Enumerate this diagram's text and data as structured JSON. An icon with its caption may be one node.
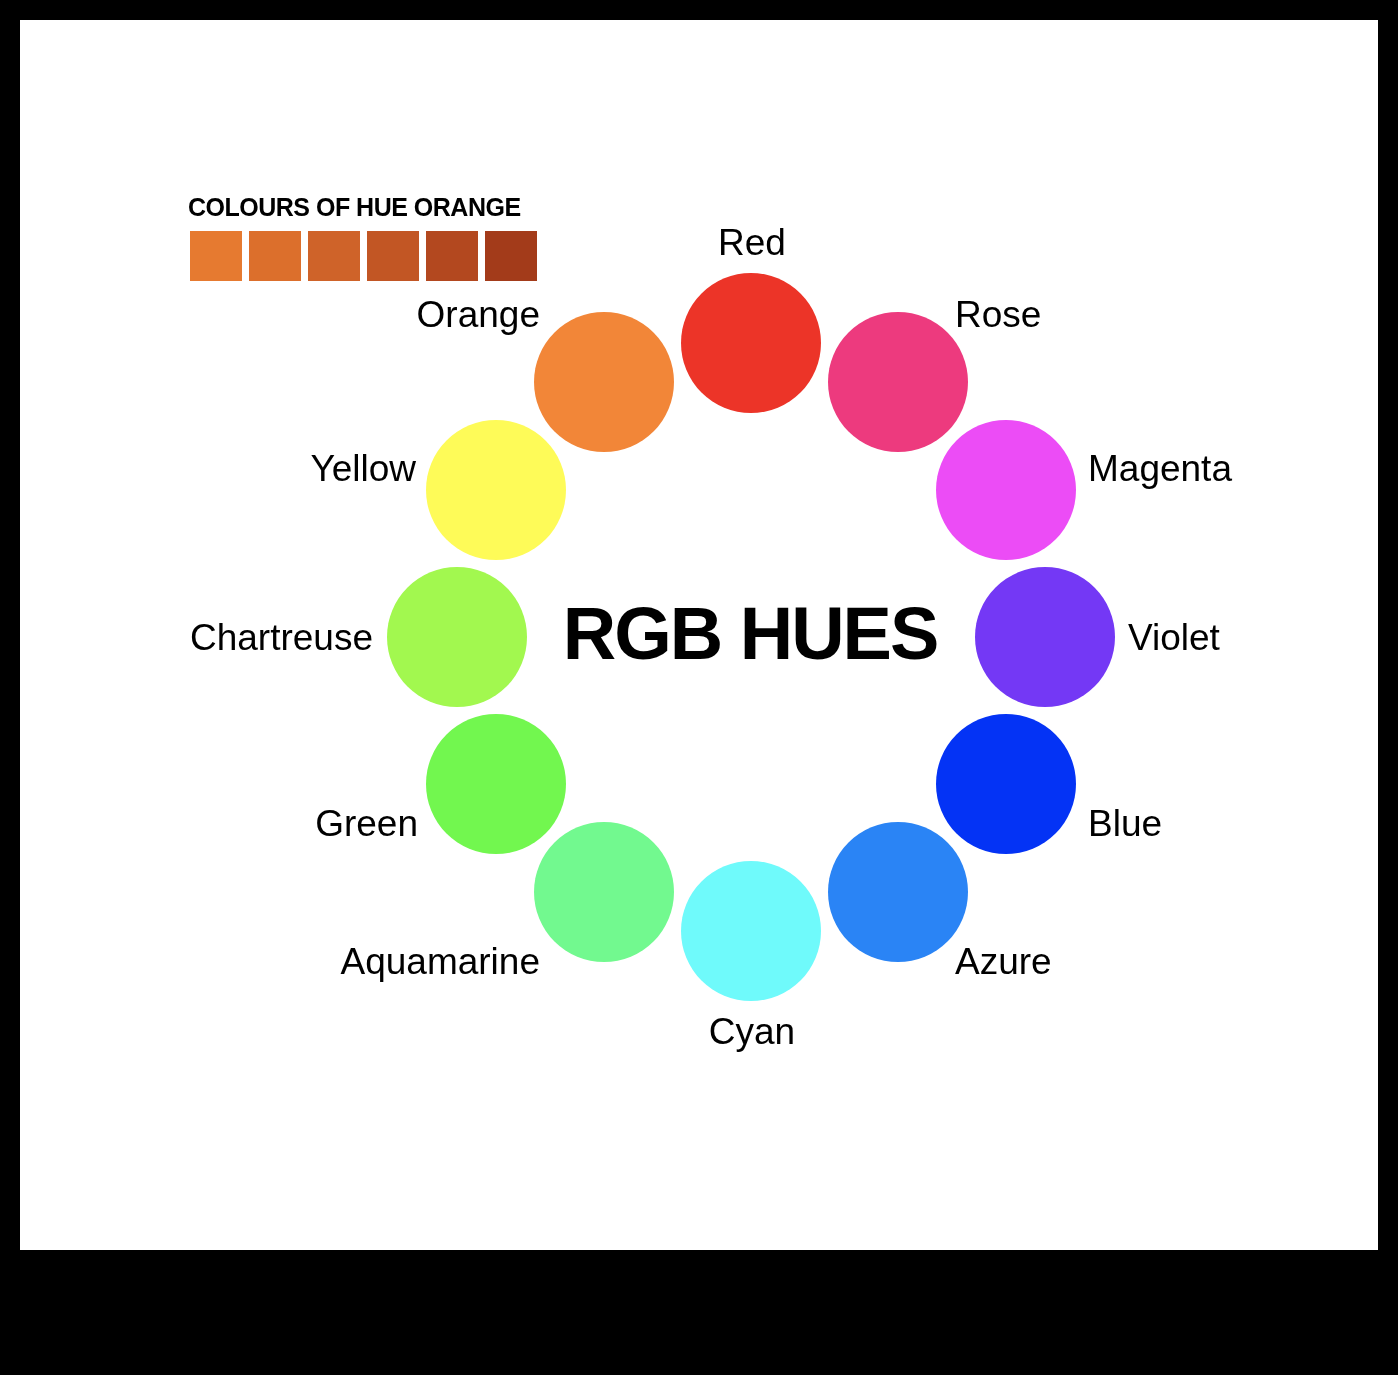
{
  "diagram": {
    "title": "RGB HUES",
    "nodes": [
      {
        "text": [
          "Red"
        ]
      },
      {
        "text": [
          "Rose"
        ]
      },
      {
        "text": [
          "Magenta"
        ]
      },
      {
        "text": [
          "Violet"
        ]
      },
      {
        "text": [
          "Blue"
        ]
      },
      {
        "text": [
          "Azure"
        ]
      },
      {
        "text": [
          "Cyan"
        ]
      },
      {
        "text": [
          "Aquamarine"
        ]
      },
      {
        "text": [
          "Green"
        ]
      },
      {
        "text": [
          "Chartreuse"
        ]
      },
      {
        "text": [
          "Yellow"
        ]
      },
      {
        "text": [
          "Orange"
        ]
      }
    ],
    "labels": [
      "COLOURS OF HUE ORANGE"
    ]
  }
}
